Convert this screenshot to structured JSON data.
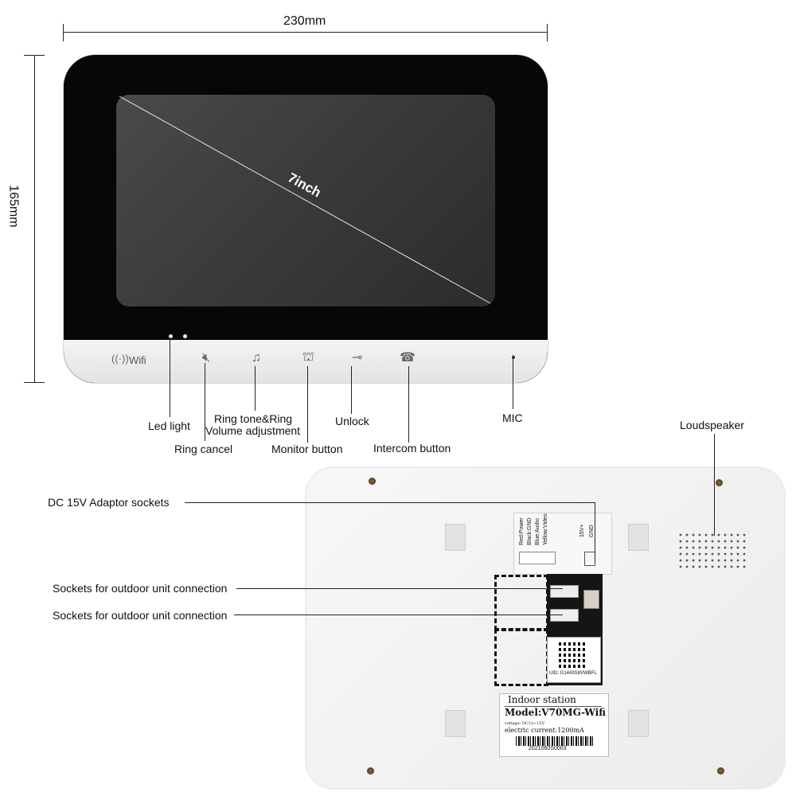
{
  "dimensions": {
    "width": "230mm",
    "height": "165mm",
    "screen_size": "7inch"
  },
  "front_panel": {
    "wifi_label": "Wifi",
    "icons": [
      "wifi-icon",
      "mute-icon",
      "music-note-icon",
      "person-icon",
      "key-icon",
      "phone-icon"
    ]
  },
  "callouts": {
    "led_light": "Led light",
    "ring_cancel": "Ring cancel",
    "ring_tone_line1": "Ring tone&Ring",
    "ring_tone_line2": "Volume adjustment",
    "monitor_button": "Monitor button",
    "unlock": "Unlock",
    "intercom_button": "Intercom button",
    "mic": "MIC",
    "loudspeaker": "Loudspeaker",
    "dc_adaptor": "DC 15V Adaptor sockets",
    "outdoor_socket_1": "Sockets for outdoor unit connection",
    "outdoor_socket_2": "Sockets for outdoor unit connection"
  },
  "back_panel": {
    "terminal_labels": [
      "Red:Power",
      "Black:GND",
      "Blue:Audio",
      "Yellow:Video",
      "15V+",
      "GND"
    ],
    "qr_uid": "UID: G1443S8VWBFL",
    "sticker": {
      "title": "Indoor station",
      "model": "Model:V70MG-Wifi",
      "voltage": "voltage: DC12~15V",
      "current": "electric current:1200mA",
      "serial": "2021060S0003"
    }
  },
  "colors": {
    "body_black": "#070707",
    "screen_gray": "#3b3b3b",
    "panel_white": "#f2f2f2"
  }
}
